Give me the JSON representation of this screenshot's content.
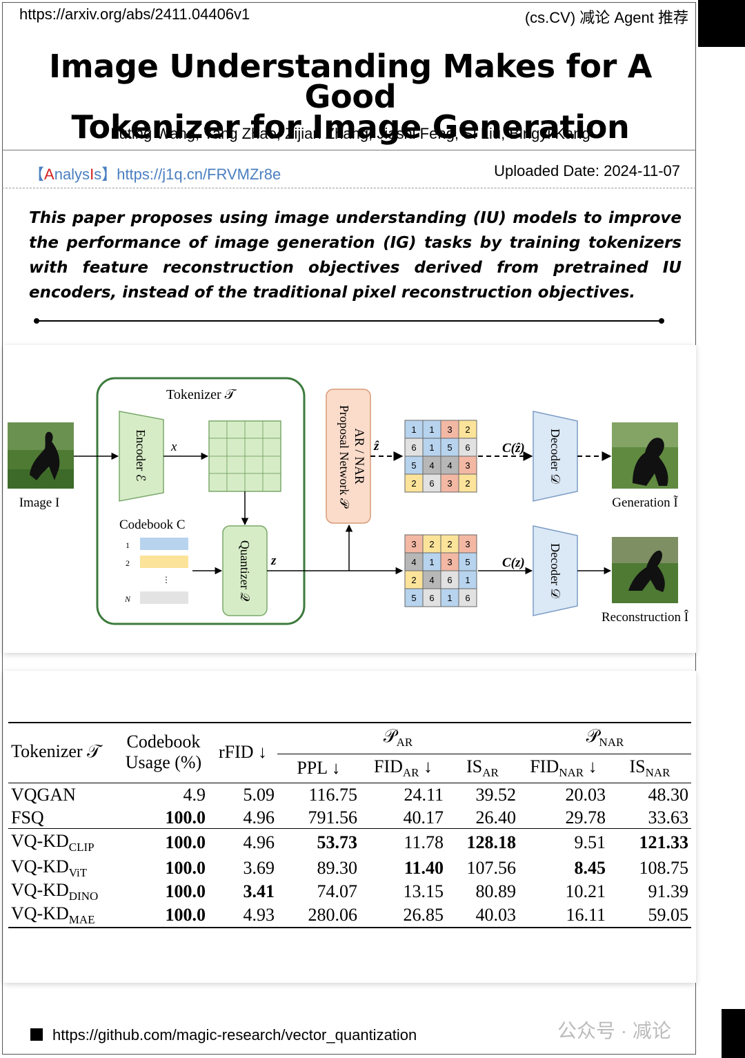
{
  "header": {
    "url": "https://arxiv.org/abs/2411.04406v1",
    "tag": "(cs.CV) 减论 Agent 推荐"
  },
  "paper": {
    "title_line1": "Image Understanding Makes for A Good",
    "title_line2": "Tokenizer for Image Generation",
    "authors": "Luting Wang, Yang Zhao, Zijian Zhang, Jiashi Feng, Si Liu, Bingyi Kang"
  },
  "analysis": {
    "bracket_open": "【",
    "a": "A",
    "mid": "nalys",
    "b": "I",
    "s": "s",
    "bracket_close": "】",
    "link": "https://j1q.cn/FRVMZr8e"
  },
  "uploaded": "Uploaded Date: 2024-11-07",
  "summary": "This paper proposes using image understanding (IU) models to improve the performance of image generation (IG) tasks by training tokenizers with feature reconstruction objectives derived from pretrained IU encoders, instead of the traditional pixel reconstruction objectives.",
  "figure": {
    "tokenizer_label": "Tokenizer 𝒯",
    "encoder_label": "Encoder ℰ",
    "x_label": "x",
    "codebook_label": "Codebook C",
    "codebook_rows": [
      "1",
      "2",
      "⋮",
      "N"
    ],
    "quantizer_label": "Quantizer 𝒬",
    "z_label": "z",
    "zhat_label": "ẑ",
    "proposal_line1": "AR / NAR",
    "proposal_line2": "Proposal Network 𝒫",
    "image_label": "Image I",
    "c_zhat": "C(ẑ)",
    "c_z": "C(z)",
    "decoder_label": "Decoder 𝒟",
    "generation_label": "Generation Ĩ",
    "reconstruction_label": "Reconstruction Î",
    "grid_top": [
      [
        "1",
        "1",
        "3",
        "2"
      ],
      [
        "6",
        "1",
        "5",
        "6"
      ],
      [
        "5",
        "4",
        "4",
        "3"
      ],
      [
        "2",
        "6",
        "3",
        "2"
      ]
    ],
    "grid_bottom": [
      [
        "3",
        "2",
        "2",
        "3"
      ],
      [
        "4",
        "1",
        "3",
        "5"
      ],
      [
        "2",
        "4",
        "6",
        "1"
      ],
      [
        "5",
        "6",
        "1",
        "6"
      ]
    ],
    "cell_colors": {
      "1": "#b7d3ee",
      "2": "#fbe39a",
      "3": "#f3b8a4",
      "4": "#b7b7b7",
      "5": "#b7d3ee",
      "6": "#e1e1e1"
    },
    "colors": {
      "tokenizer_border": "#3c7a3c",
      "green_fill": "#d6ecc6",
      "green_stroke": "#7aa86a",
      "proposal_fill": "#fbdccb",
      "proposal_stroke": "#d89a76",
      "decoder_fill": "#dbe8f5",
      "decoder_stroke": "#7b9cc6",
      "codebook_blue": "#b7d3ee",
      "codebook_yellow": "#fbe39a",
      "codebook_gray": "#e3e3e3"
    }
  },
  "table": {
    "h_tokenizer": "Tokenizer 𝒯",
    "h_usage1": "Codebook",
    "h_usage2": "Usage (%)",
    "h_rfid": "rFID ↓",
    "h_par": "𝒫",
    "h_par_sub": "AR",
    "h_pnar": "𝒫",
    "h_pnar_sub": "NAR",
    "h_ppl": "PPL ↓",
    "h_fid": "FID",
    "h_fid_sub": "AR",
    "h_is": "IS",
    "h_is_sub": "AR",
    "h_fidn": "FID",
    "h_fidn_sub": "NAR",
    "h_isn": "IS",
    "h_isn_sub": "NAR",
    "arrow": "↓",
    "rows": [
      {
        "name": "VQGAN",
        "sub": "",
        "usage": "4.9",
        "rfid": "5.09",
        "ppl": "116.75",
        "fid": "24.11",
        "is": "39.52",
        "fidn": "20.03",
        "isn": "48.30"
      },
      {
        "name": "FSQ",
        "sub": "",
        "usage": "100.0",
        "rfid": "4.96",
        "ppl": "791.56",
        "fid": "40.17",
        "is": "26.40",
        "fidn": "29.78",
        "isn": "33.63"
      },
      {
        "name": "VQ-KD",
        "sub": "CLIP",
        "usage": "100.0",
        "rfid": "4.96",
        "ppl": "53.73",
        "fid": "11.78",
        "is": "128.18",
        "fidn": "9.51",
        "isn": "121.33"
      },
      {
        "name": "VQ-KD",
        "sub": "ViT",
        "usage": "100.0",
        "rfid": "3.69",
        "ppl": "89.30",
        "fid": "11.40",
        "is": "107.56",
        "fidn": "8.45",
        "isn": "108.75"
      },
      {
        "name": "VQ-KD",
        "sub": "DINO",
        "usage": "100.0",
        "rfid": "3.41",
        "ppl": "74.07",
        "fid": "13.15",
        "is": "80.89",
        "fidn": "10.21",
        "isn": "91.39"
      },
      {
        "name": "VQ-KD",
        "sub": "MAE",
        "usage": "100.0",
        "rfid": "4.93",
        "ppl": "280.06",
        "fid": "26.85",
        "is": "40.03",
        "fidn": "16.11",
        "isn": "59.05"
      }
    ]
  },
  "footer": {
    "url": "https://github.com/magic-research/vector_quantization",
    "watermark": "公众号 · 减论"
  }
}
